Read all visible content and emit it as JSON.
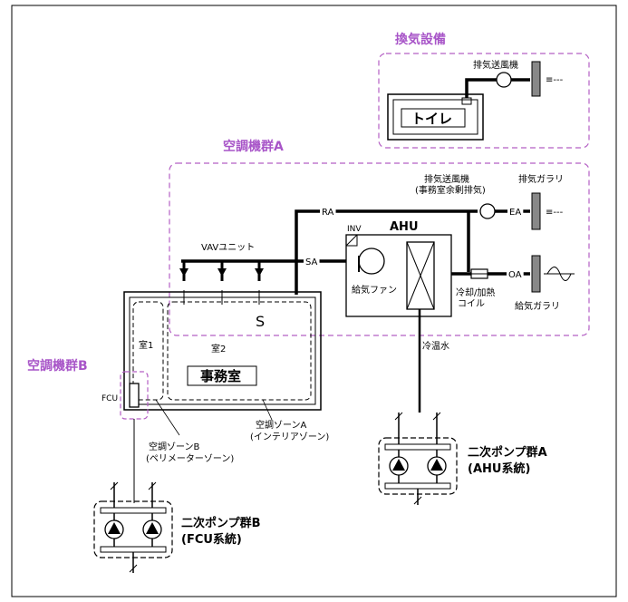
{
  "groups": {
    "ventilation": "換気設備",
    "ahu_group_a": "空調機群A",
    "ahu_group_b": "空調機群B"
  },
  "ventilation": {
    "exhaust_fan": "排気送風機",
    "toilet": "トイレ"
  },
  "ahu_system": {
    "exhaust_fan_line1": "排気送風機",
    "exhaust_fan_line2": "(事務室余剰排気)",
    "exhaust_gallery": "排気ガラリ",
    "ra": "RA",
    "ea": "EA",
    "oa": "OA",
    "sa": "SA",
    "inv": "INV",
    "ahu": "AHU",
    "supply_fan": "給気ファン",
    "coil_line1": "冷却/加熱",
    "coil_line2": "コイル",
    "supply_gallery": "給気ガラリ",
    "chilled_hot_water": "冷温水",
    "vav_unit": "VAVユニット"
  },
  "rooms": {
    "room1": "室1",
    "room2": "室2",
    "office": "事務室",
    "fcu": "FCU",
    "zone_a_line1": "空調ゾーンA",
    "zone_a_line2": "(インテリアゾーン)",
    "zone_b_line1": "空調ゾーンB",
    "zone_b_line2": "(ペリメーターゾーン)"
  },
  "pumps": {
    "a_line1": "二次ポンプ群A",
    "a_line2": "(AHU系統)",
    "b_line1": "二次ポンプ群B",
    "b_line2": "(FCU系統)"
  },
  "colors": {
    "group_label": "#a855c8",
    "group_border": "#b45fc4",
    "line": "#000000"
  }
}
